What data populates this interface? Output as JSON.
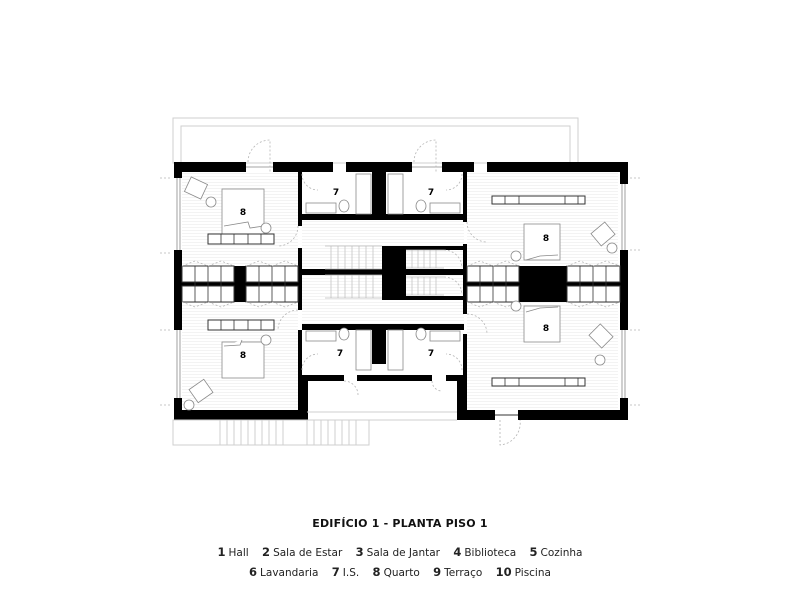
{
  "title": "EDIFÍCIO 1 - PLANTA PISO 1",
  "legend": [
    {
      "num": "1",
      "label": "Hall"
    },
    {
      "num": "2",
      "label": "Sala de Estar"
    },
    {
      "num": "3",
      "label": "Sala de Jantar"
    },
    {
      "num": "4",
      "label": "Biblioteca"
    },
    {
      "num": "5",
      "label": "Cozinha"
    },
    {
      "num": "6",
      "label": "Lavandaria"
    },
    {
      "num": "7",
      "label": "I.S."
    },
    {
      "num": "8",
      "label": "Quarto"
    },
    {
      "num": "9",
      "label": "Terraço"
    },
    {
      "num": "10",
      "label": "Piscina"
    }
  ],
  "rooms": {
    "bedroom_nw": "8",
    "bedroom_sw": "8",
    "bedroom_ne": "8",
    "bedroom_se": "8",
    "bath_1": "7",
    "bath_2": "7",
    "bath_3": "7",
    "bath_4": "7"
  },
  "colors": {
    "wall": "#000000",
    "line": "#cfcfcf",
    "background": "#ffffff"
  }
}
